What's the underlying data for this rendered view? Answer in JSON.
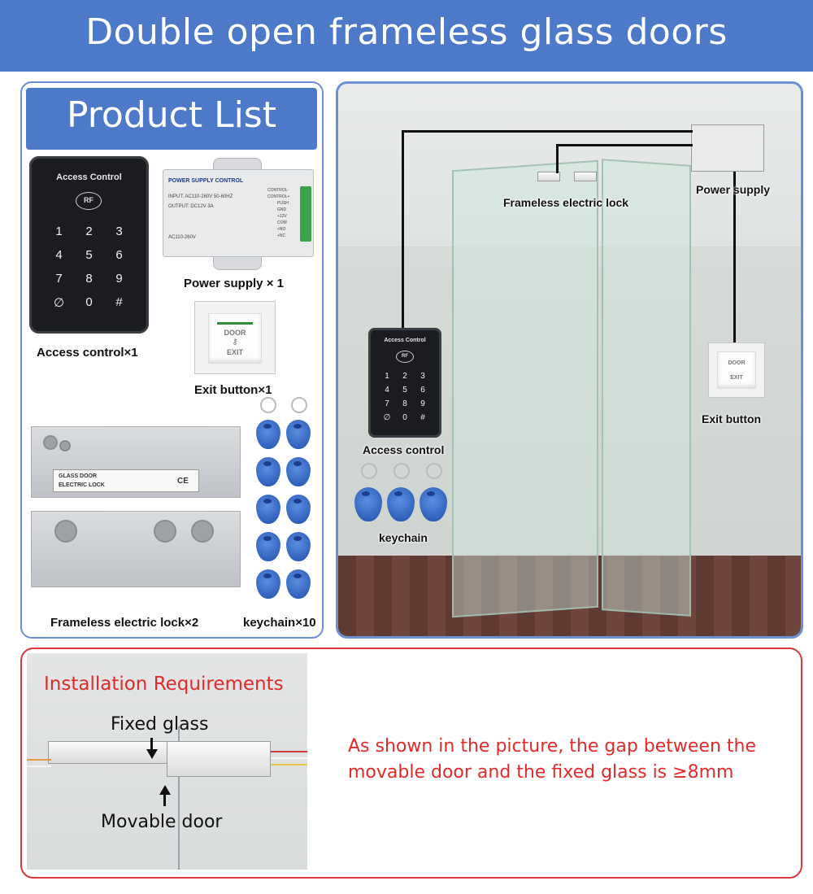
{
  "banner": {
    "title": "Double open frameless glass doors"
  },
  "product_list": {
    "header": "Product List",
    "access_control": {
      "label": "Access control×1",
      "device_title": "Access Control",
      "rf": "RF",
      "keys": [
        "1",
        "2",
        "3",
        "4",
        "5",
        "6",
        "7",
        "8",
        "9",
        "∅",
        "0",
        "#"
      ]
    },
    "power_supply": {
      "label": "Power supply × 1",
      "title": "POWER SUPPLY CONTROL",
      "input": "INPUT: AC110-260V 50-60HZ",
      "output": "OUTPUT: DC12V 3A",
      "rating": "AC110-260V",
      "terminals": [
        "CONTROL-",
        "CONTROL+",
        "PUSH",
        "GND",
        "+12V",
        "COM",
        "+NO",
        "+NC"
      ]
    },
    "exit_button": {
      "label": "Exit button×1",
      "top": "DOOR",
      "bottom": "EXIT"
    },
    "electric_lock": {
      "label": "Frameless electric lock×2",
      "plate_line1": "GLASS DOOR",
      "plate_line2": "ELECTRIC LOCK",
      "mark": "CE"
    },
    "keychain": {
      "label": "keychain×10"
    }
  },
  "scene": {
    "frameless_lock": "Frameless electric lock",
    "power_supply": "Power supply",
    "access_control": "Access control",
    "exit_button": "Exit button",
    "keychain": "keychain",
    "device_title": "Access Control",
    "rf": "RF",
    "keys": [
      "1",
      "2",
      "3",
      "4",
      "5",
      "6",
      "7",
      "8",
      "9",
      "∅",
      "0",
      "#"
    ],
    "exit_top": "DOOR",
    "exit_bottom": "EXIT"
  },
  "installation": {
    "title": "Installation Requirements",
    "fixed_glass": "Fixed glass",
    "movable_door": "Movable door",
    "note": "As shown in the picture, the gap between the movable door and the fixed glass is ≥8mm"
  },
  "colors": {
    "accent_blue": "#4d79c9",
    "panel_border": "#6d8fd6",
    "alert_red": "#e12a2a"
  }
}
